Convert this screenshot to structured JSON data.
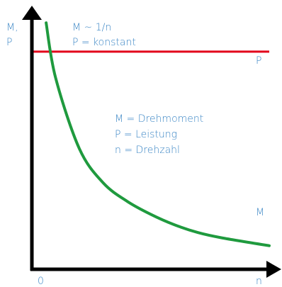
{
  "chart_data": {
    "type": "line",
    "title": "",
    "xlabel": "n",
    "ylabel_lines": [
      "M,",
      "P"
    ],
    "origin_label": "0",
    "x_range": [
      0,
      10
    ],
    "y_range": [
      0,
      10
    ],
    "grid": false,
    "legend": "none",
    "formula_lines": [
      "M ~ 1/n",
      "P = konstant"
    ],
    "legend_text_lines": [
      "M = Drehmoment",
      "P = Leistung",
      "n = Drehzahl"
    ],
    "series": [
      {
        "name": "P",
        "kind": "constant",
        "color": "#e2001a",
        "x": [
          0,
          10
        ],
        "y": [
          8.3,
          8.3
        ]
      },
      {
        "name": "M",
        "kind": "reciprocal",
        "color": "#1f9a3e",
        "x_start": 0.6,
        "x_end": 10,
        "x": [
          0.6,
          1,
          2,
          3,
          4,
          5,
          6,
          7,
          8,
          10
        ],
        "y": [
          9.4,
          7.3,
          4.6,
          3.3,
          2.6,
          2.1,
          1.7,
          1.4,
          1.2,
          0.9
        ]
      }
    ],
    "colors": {
      "text": "#3b86c5",
      "axis": "#000000"
    }
  }
}
